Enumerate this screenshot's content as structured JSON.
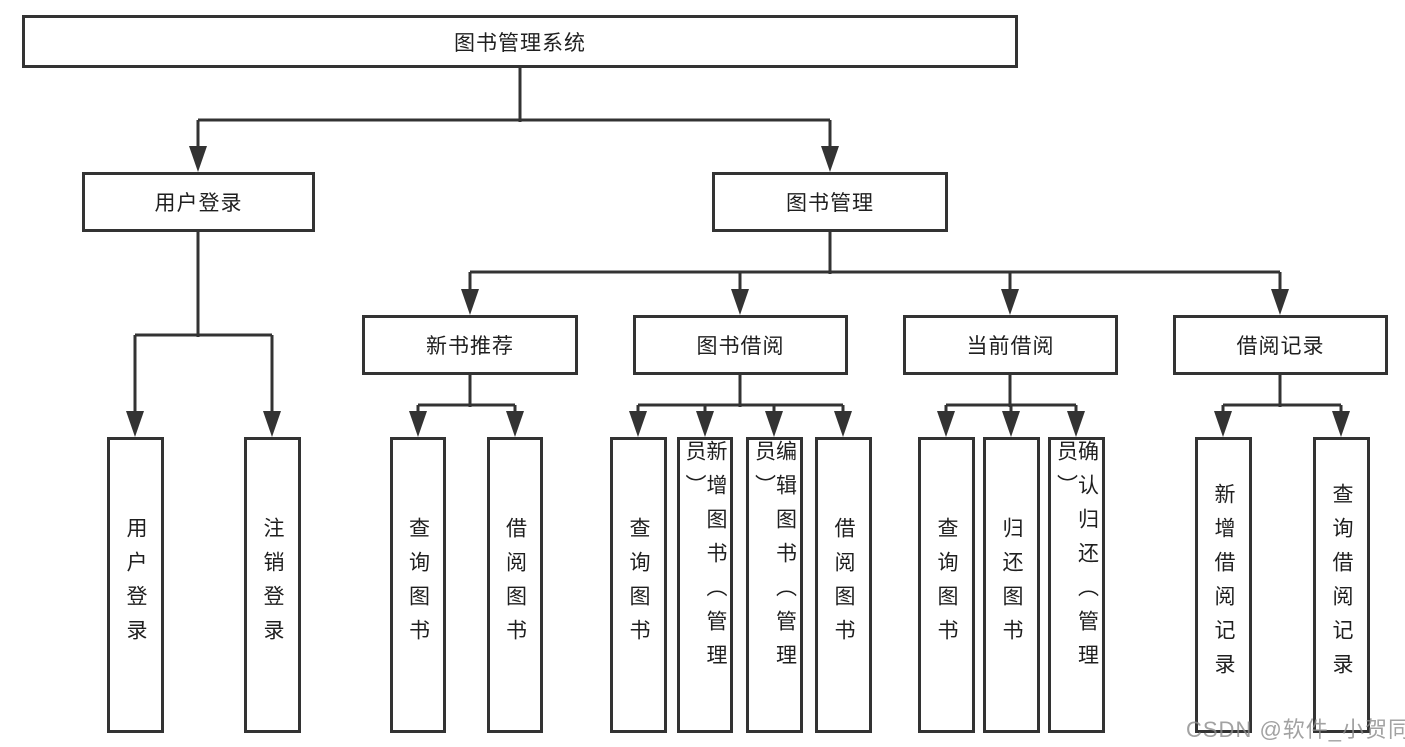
{
  "tree": {
    "root": {
      "label": "图书管理系统"
    },
    "level2": [
      {
        "id": "user-login",
        "label": "用户登录"
      },
      {
        "id": "book-management",
        "label": "图书管理"
      }
    ],
    "level3": [
      {
        "id": "new-book-recommend",
        "label": "新书推荐"
      },
      {
        "id": "book-borrowing",
        "label": "图书借阅"
      },
      {
        "id": "current-borrowing",
        "label": "当前借阅"
      },
      {
        "id": "borrowing-records",
        "label": "借阅记录"
      }
    ],
    "leaves": [
      {
        "id": "user-login-action",
        "parent": "user-login",
        "label": "用户登录"
      },
      {
        "id": "logout-action",
        "parent": "user-login",
        "label": "注销登录"
      },
      {
        "id": "query-books-recommend",
        "parent": "new-book-recommend",
        "label": "查询图书"
      },
      {
        "id": "borrow-books-recommend",
        "parent": "new-book-recommend",
        "label": "借阅图书"
      },
      {
        "id": "query-books-borrowing",
        "parent": "book-borrowing",
        "label": "查询图书"
      },
      {
        "id": "add-books-admin",
        "parent": "book-borrowing",
        "label": "新增图书（管理员）"
      },
      {
        "id": "edit-books-admin",
        "parent": "book-borrowing",
        "label": "编辑图书（管理员）"
      },
      {
        "id": "borrow-books",
        "parent": "book-borrowing",
        "label": "借阅图书"
      },
      {
        "id": "query-books-current",
        "parent": "current-borrowing",
        "label": "查询图书"
      },
      {
        "id": "return-books",
        "parent": "current-borrowing",
        "label": "归还图书"
      },
      {
        "id": "confirm-return-admin",
        "parent": "current-borrowing",
        "label": "确认归还（管理员）"
      },
      {
        "id": "add-borrow-record",
        "parent": "borrowing-records",
        "label": "新增借阅记录"
      },
      {
        "id": "query-borrow-record",
        "parent": "borrowing-records",
        "label": "查询借阅记录"
      }
    ],
    "watermark": "CSDN @软件_小贺同学",
    "colors": {
      "line": "#333333",
      "box_border": "#333333",
      "text": "#1f1f1f",
      "background": "#ffffff",
      "watermark": "#8c8c8c"
    }
  }
}
